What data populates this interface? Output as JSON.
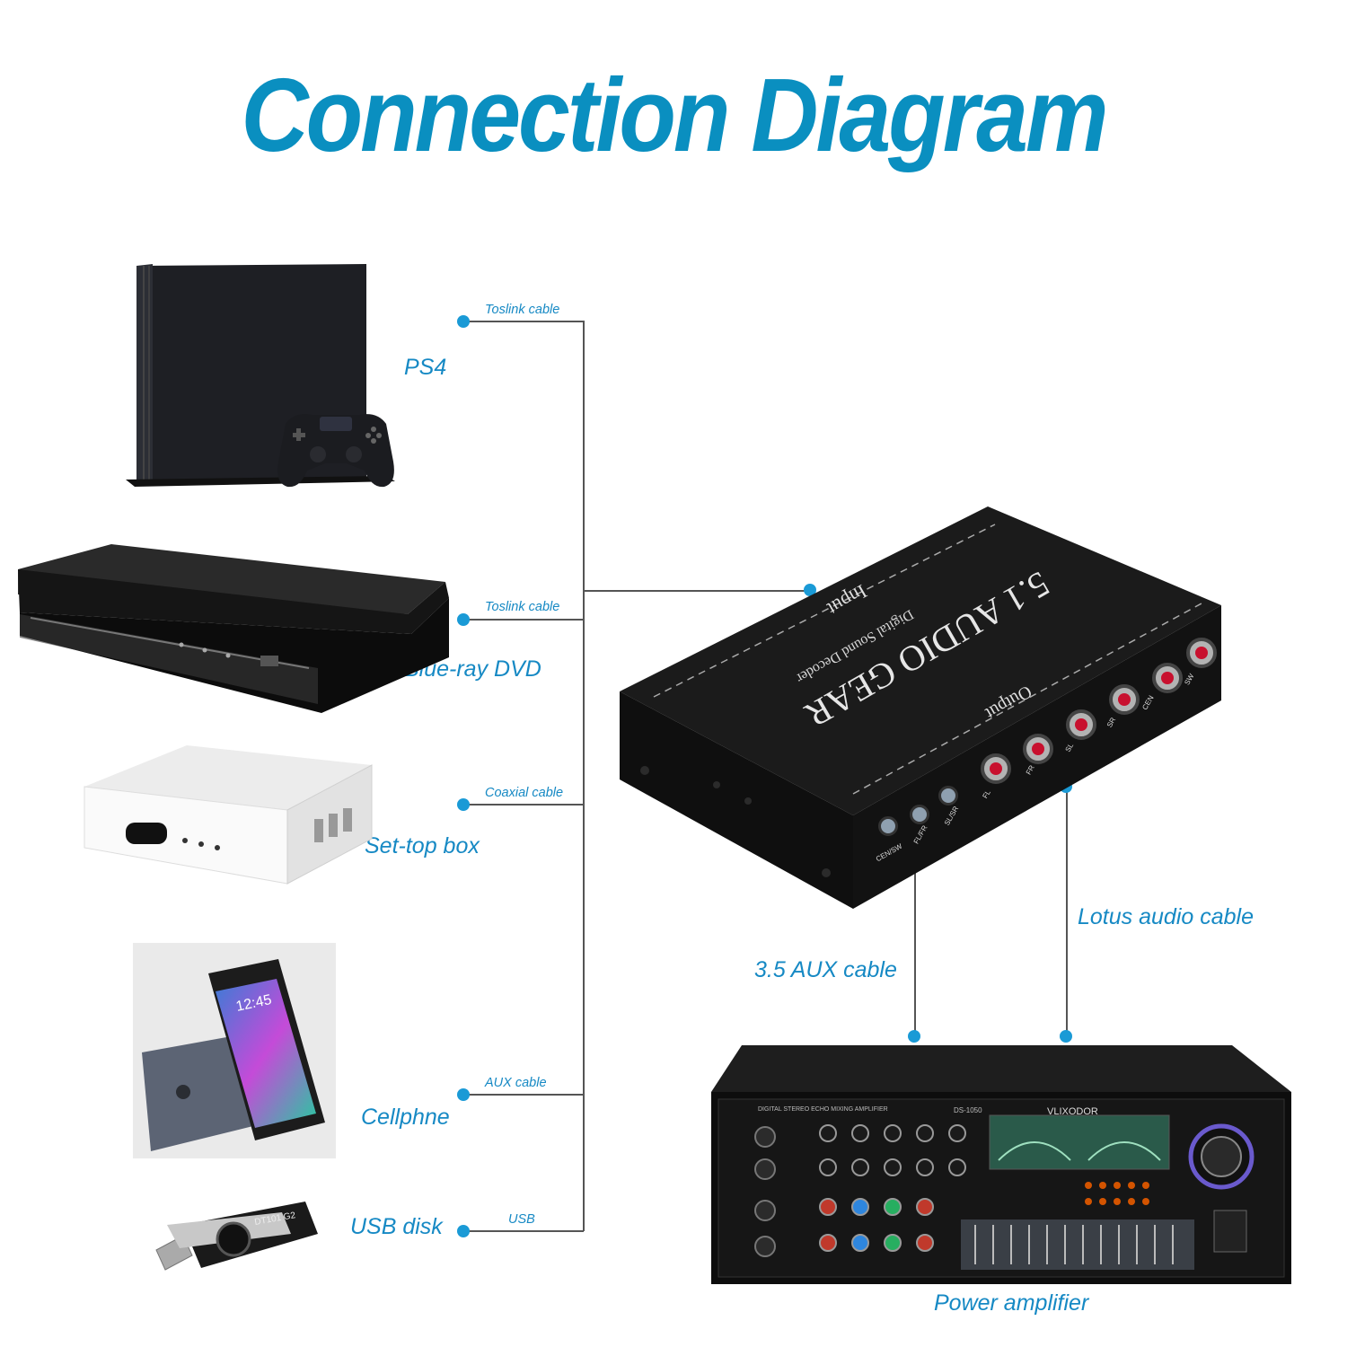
{
  "title": "Connection Diagram",
  "sources": [
    {
      "label": "PS4",
      "cable": "Toslink cable",
      "icon": "ps4-console-icon"
    },
    {
      "label": "Blue-ray DVD",
      "cable": "Toslink cable",
      "icon": "bluray-player-icon"
    },
    {
      "label": "Set-top box",
      "cable": "Coaxial cable",
      "icon": "set-top-box-icon"
    },
    {
      "label": "Cellphne",
      "cable": "AUX cable",
      "icon": "cellphone-icon"
    },
    {
      "label": "USB disk",
      "cable": "USB",
      "icon": "usb-disk-icon"
    }
  ],
  "decoder": {
    "brand": "5.1 AUDIO GEAR",
    "subtitle": "Digital Sound Decoder",
    "input_label": "Input",
    "output_label": "Output",
    "rca_labels": [
      "FL",
      "FR",
      "SL",
      "SR",
      "CEN",
      "SW"
    ],
    "jack_labels": [
      "CEN/SW",
      "FL/FR",
      "SL/SR"
    ]
  },
  "outputs": {
    "aux_cable": "3.5 AUX cable",
    "lotus_cable": "Lotus audio cable"
  },
  "amplifier": {
    "label": "Power amplifier",
    "brand": "VLIXODOR",
    "model": "DS-1050",
    "header_text": "DIGITAL STEREO ECHO MIXING AMPLIFIER"
  },
  "colors": {
    "accent": "#1689c4",
    "title": "#0a8fc0",
    "dot": "#1a9ad6",
    "line": "#555555"
  }
}
